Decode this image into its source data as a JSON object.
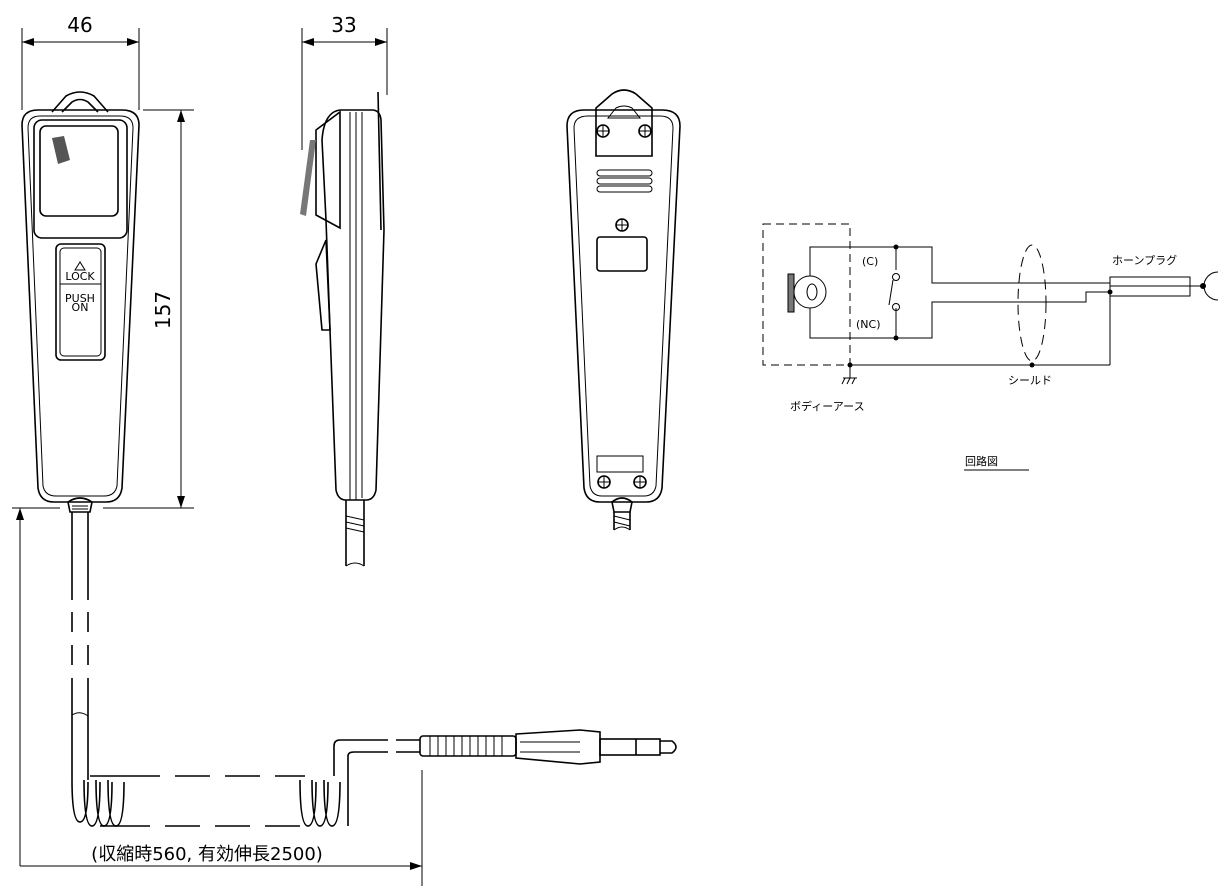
{
  "dimensions": {
    "width_front": "46",
    "depth_side": "33",
    "height": "157",
    "cord_note": "(収縮時560, 有効伸長2500)"
  },
  "front_view": {
    "button_lock": "LOCK",
    "button_push_line1": "PUSH",
    "button_push_line2": "ON"
  },
  "circuit": {
    "contact_c": "(C)",
    "contact_nc": "(NC)",
    "phone_plug": "ホーンプラグ",
    "shield": "シールド",
    "body_earth": "ボディーアース",
    "title": "回路図"
  }
}
